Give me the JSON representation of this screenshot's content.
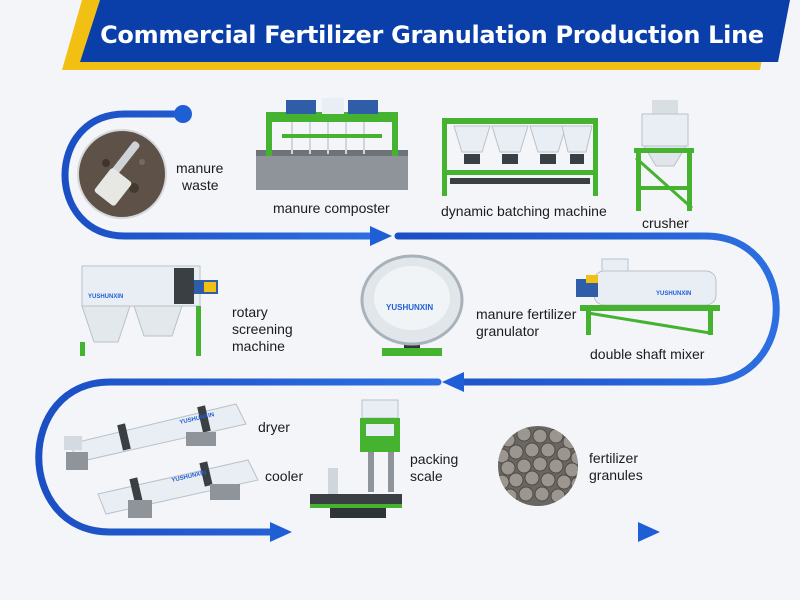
{
  "title": "Commercial Fertilizer Granulation Production Line",
  "brand": "YUSHUNXIN",
  "colors": {
    "banner_blue": "#0a3ea8",
    "banner_yellow": "#f2c012",
    "flow_blue": "#1f5fd6",
    "frame_green": "#45b230",
    "machine_white": "#e9eef4"
  },
  "steps": [
    {
      "id": "manure-waste",
      "label_lines": [
        "manure",
        "waste"
      ],
      "icon": "manure-pile-icon"
    },
    {
      "id": "manure-composter",
      "label_lines": [
        "manure composter"
      ],
      "icon": "composter-icon"
    },
    {
      "id": "dynamic-batching-machine",
      "label_lines": [
        "dynamic batching machine"
      ],
      "icon": "batching-machine-icon"
    },
    {
      "id": "crusher",
      "label_lines": [
        "crusher"
      ],
      "icon": "crusher-icon"
    },
    {
      "id": "double-shaft-mixer",
      "label_lines": [
        "double shaft mixer"
      ],
      "icon": "mixer-icon"
    },
    {
      "id": "manure-fertilizer-granulator",
      "label_lines": [
        "manure fertilizer",
        "granulator"
      ],
      "icon": "granulator-disc-icon"
    },
    {
      "id": "rotary-screening-machine",
      "label_lines": [
        "rotary",
        "screening",
        "machine"
      ],
      "icon": "screening-machine-icon"
    },
    {
      "id": "dryer",
      "label_lines": [
        "dryer"
      ],
      "icon": "dryer-drum-icon"
    },
    {
      "id": "cooler",
      "label_lines": [
        "cooler"
      ],
      "icon": "cooler-drum-icon"
    },
    {
      "id": "packing-scale",
      "label_lines": [
        "packing",
        "scale"
      ],
      "icon": "packing-scale-icon"
    },
    {
      "id": "fertilizer-granules",
      "label_lines": [
        "fertilizer",
        "granules"
      ],
      "icon": "granules-icon"
    }
  ]
}
